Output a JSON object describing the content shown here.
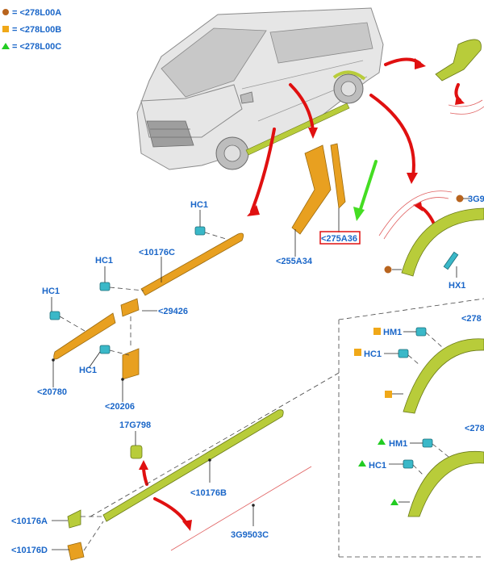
{
  "legend": [
    {
      "marker": "circle",
      "color": "#b8641e",
      "text": "= <278L00A"
    },
    {
      "marker": "square",
      "color": "#f0a818",
      "text": "= <278L00B"
    },
    {
      "marker": "triangle",
      "color": "#22cc22",
      "text": "= <278L00C"
    }
  ],
  "colors": {
    "label_blue": "#1a66c8",
    "arrow_red": "#e01010",
    "arrow_green": "#44dd22",
    "highlight_box": "#e01010",
    "part_orange": "#e8a020",
    "part_green": "#b8cc3a",
    "clip_teal": "#3ab8c8"
  },
  "labels": {
    "hc1_top": "HC1",
    "c10176C": "<10176C",
    "hc1_mid": "HC1",
    "c29426": "<29426",
    "hc1_left": "HC1",
    "hc1_low": "HC1",
    "c20780": "<20780",
    "c20206": "<20206",
    "c255A34": "<255A34",
    "c275A36": "<275A36",
    "c3G9_top": "3G9",
    "hx1": "HX1",
    "c278_right1": "<278",
    "hm1_sq": "HM1",
    "hc1_sq": "HC1",
    "c278_right2": "<278",
    "hm1_tri": "HM1",
    "hc1_tri": "HC1",
    "c17G798": "17G798",
    "c10176B": "<10176B",
    "c10176A": "<10176A",
    "c10176D": "<10176D",
    "c3G9503C": "3G9503C"
  }
}
